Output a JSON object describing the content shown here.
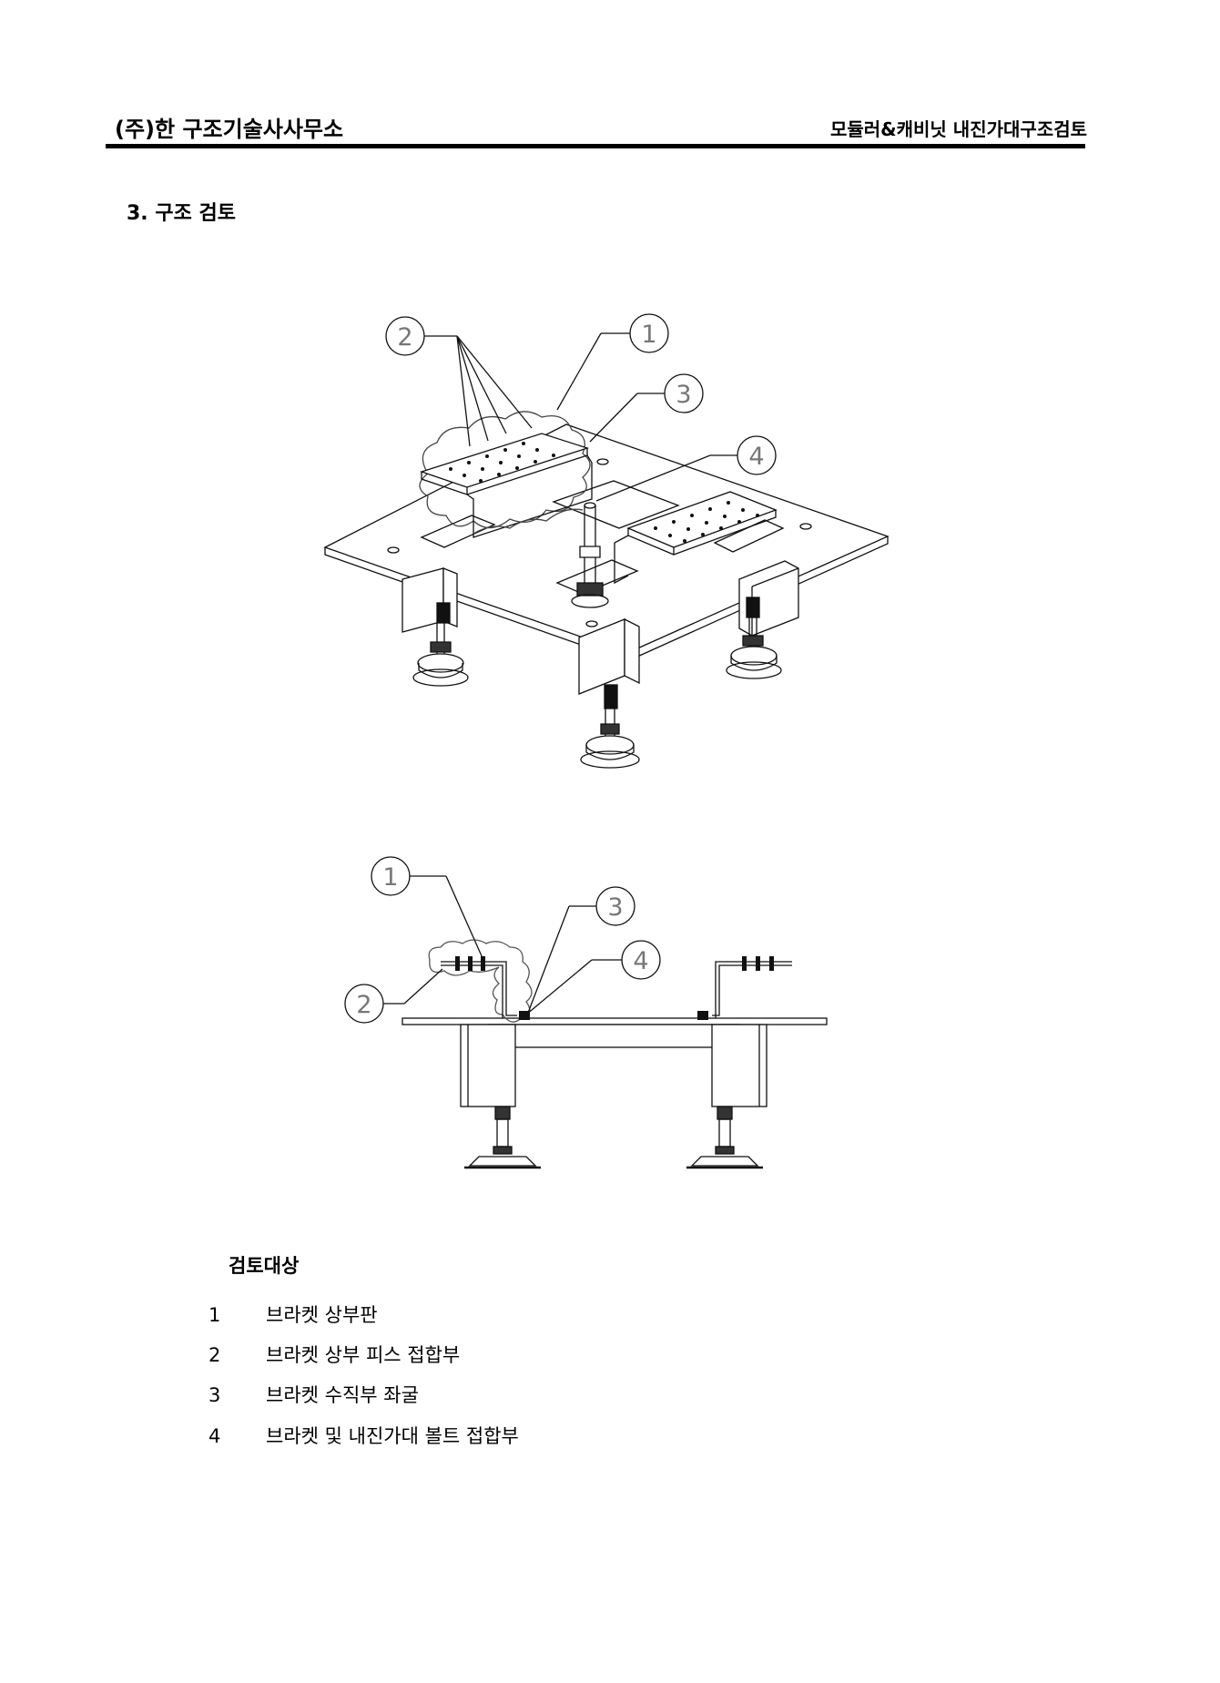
{
  "header": {
    "company": "(주)한 구조기술사사무소",
    "doc_title": "모듈러&캐비닛 내진가대구조검토"
  },
  "section": {
    "title": "3. 구조 검토"
  },
  "drawing_labels": {
    "iso": [
      "2",
      "1",
      "3",
      "4"
    ],
    "elev": [
      "1",
      "3",
      "4",
      "2"
    ]
  },
  "review_targets": {
    "title": "검토대상",
    "items": [
      {
        "num": "1",
        "text": "브라켓 상부판"
      },
      {
        "num": "2",
        "text": "브라켓 상부 피스 접합부"
      },
      {
        "num": "3",
        "text": "브라켓 수직부 좌굴"
      },
      {
        "num": "4",
        "text": "브라켓 및 내진가대 볼트 접합부"
      }
    ]
  }
}
